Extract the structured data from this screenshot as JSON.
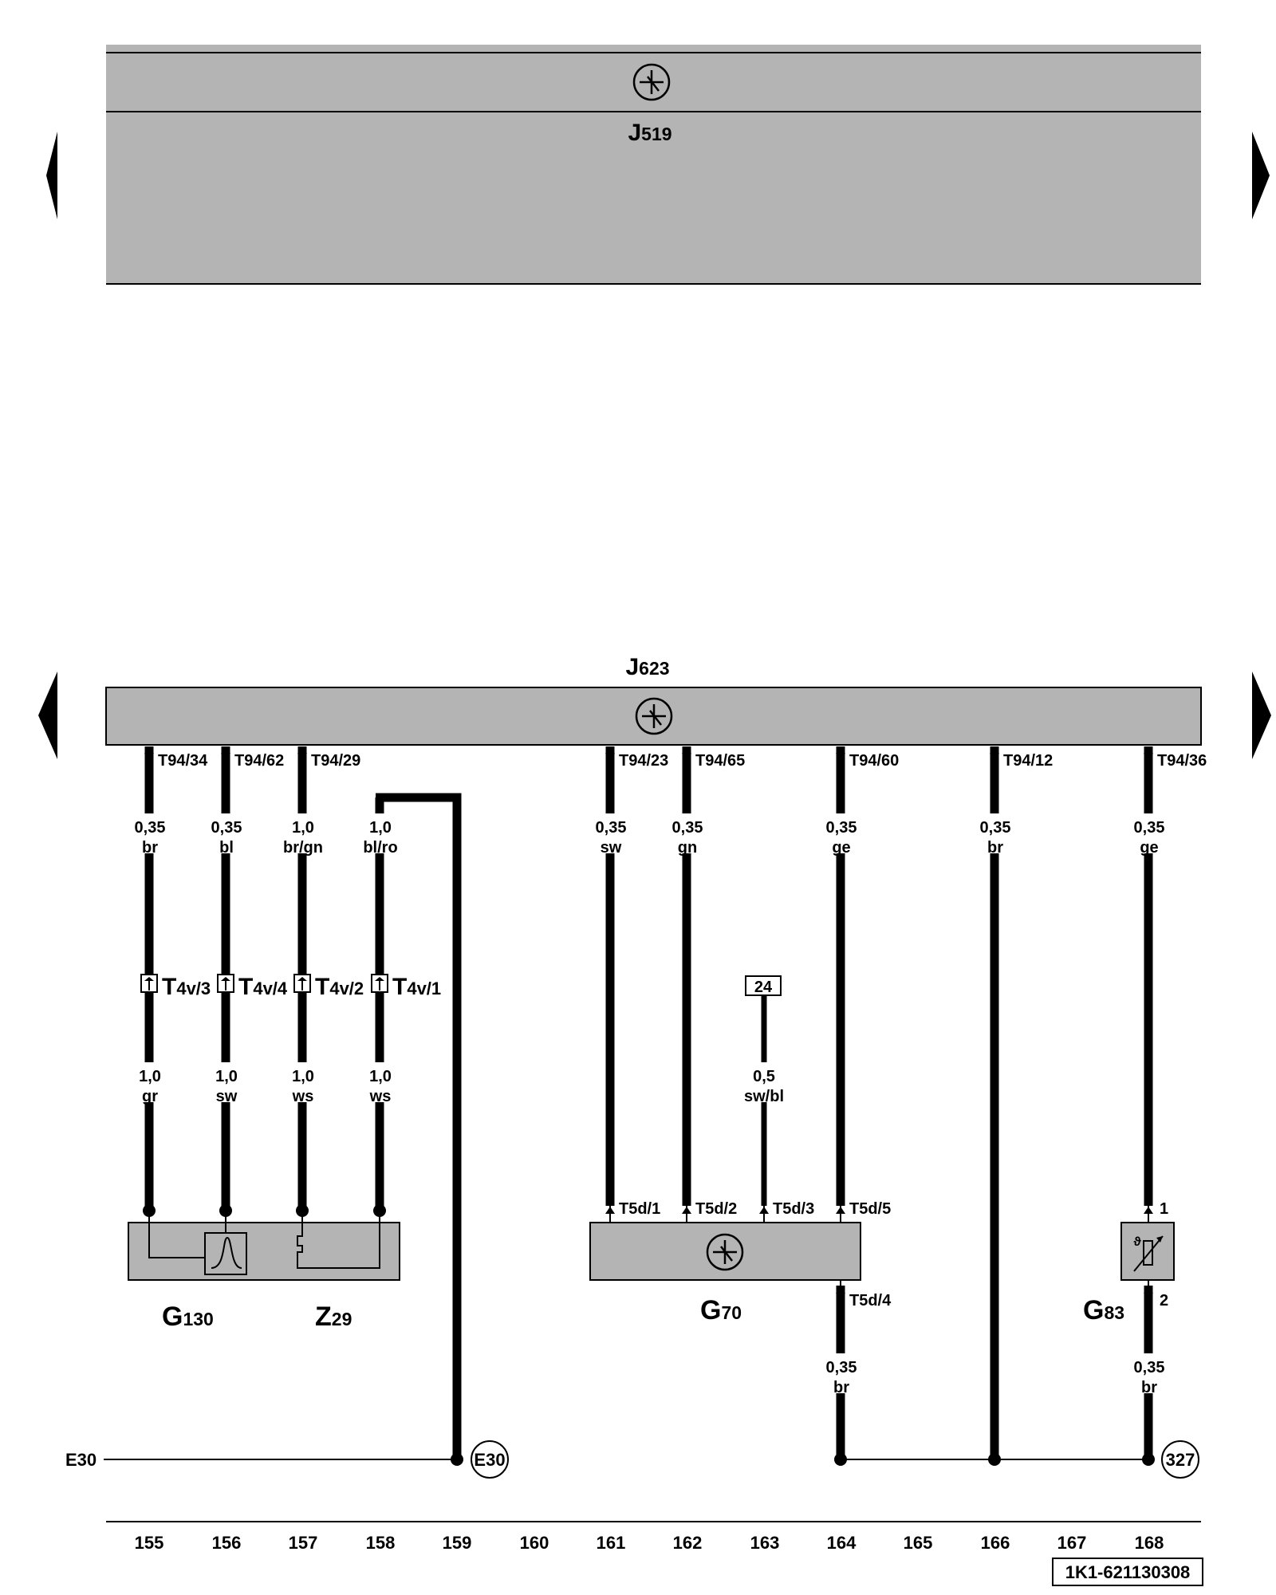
{
  "modules": {
    "j519": {
      "letter": "J",
      "sub": "519"
    },
    "j623": {
      "letter": "J",
      "sub": "623"
    }
  },
  "components": {
    "g130": {
      "letter": "G",
      "sub": "130"
    },
    "z29": {
      "letter": "Z",
      "sub": "29"
    },
    "g70": {
      "letter": "G",
      "sub": "70"
    },
    "g83": {
      "letter": "G",
      "sub": "83"
    }
  },
  "pins_top": [
    "T94/34",
    "T94/62",
    "T94/29",
    "T94/23",
    "T94/65",
    "T94/60",
    "T94/12",
    "T94/36"
  ],
  "wires_upper": [
    {
      "size": "0,35",
      "color": "br"
    },
    {
      "size": "0,35",
      "color": "bl"
    },
    {
      "size": "1,0",
      "color": "br/gn"
    },
    {
      "size": "1,0",
      "color": "bl/ro"
    },
    {
      "size": "0,35",
      "color": "sw"
    },
    {
      "size": "0,35",
      "color": "gn"
    },
    {
      "size": "0,35",
      "color": "ge"
    },
    {
      "size": "0,35",
      "color": "br"
    },
    {
      "size": "0,35",
      "color": "ge"
    }
  ],
  "connectors_t4v": [
    {
      "main": "T",
      "sub": "4v/3"
    },
    {
      "main": "T",
      "sub": "4v/4"
    },
    {
      "main": "T",
      "sub": "4v/2"
    },
    {
      "main": "T",
      "sub": "4v/1"
    }
  ],
  "wires_lower": [
    {
      "size": "1,0",
      "color": "gr"
    },
    {
      "size": "1,0",
      "color": "sw"
    },
    {
      "size": "1,0",
      "color": "ws"
    },
    {
      "size": "1,0",
      "color": "ws"
    },
    {
      "size": "0,5",
      "color": "sw/bl"
    }
  ],
  "ref_box": "24",
  "pins_g70": [
    "T5d/1",
    "T5d/2",
    "T5d/3",
    "T5d/5",
    "T5d/4"
  ],
  "pins_g83": [
    "1",
    "2"
  ],
  "wires_bottom": [
    {
      "size": "0,35",
      "color": "br"
    },
    {
      "size": "0,35",
      "color": "br"
    }
  ],
  "ground": {
    "line_label": "E30",
    "circle_e30": "E30",
    "circle_327": "327"
  },
  "columns": [
    "155",
    "156",
    "157",
    "158",
    "159",
    "160",
    "161",
    "162",
    "163",
    "164",
    "165",
    "166",
    "167",
    "168"
  ],
  "doc_id": "1K1-621130308"
}
